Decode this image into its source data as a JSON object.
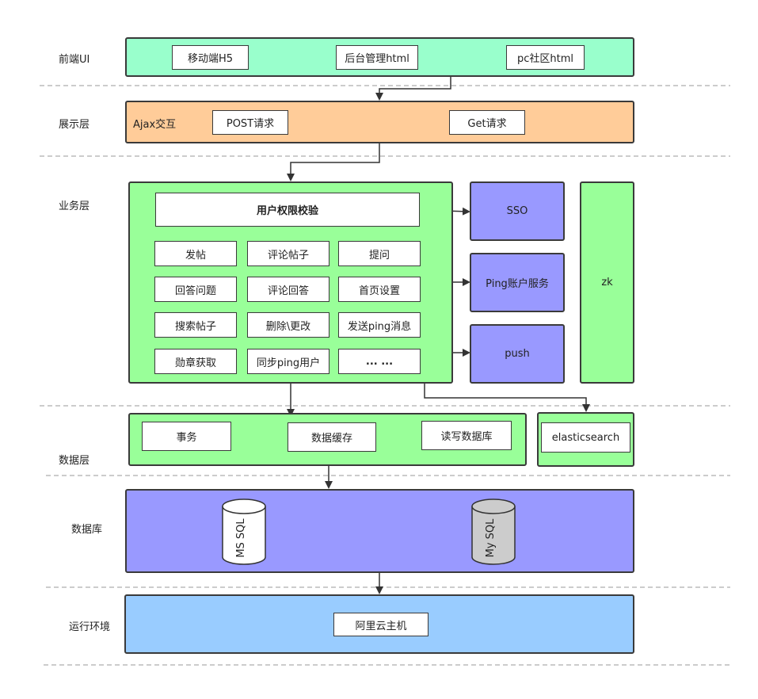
{
  "layers": {
    "frontend": "前端UI",
    "presentation": "展示层",
    "business": "业务层",
    "data": "数据层",
    "database": "数据库",
    "runtime": "运行环境"
  },
  "frontend": {
    "mobile": "移动端H5",
    "admin": "后台管理html",
    "pc": "pc社区html"
  },
  "presentation": {
    "ajax": "Ajax交互",
    "post": "POST请求",
    "get": "Get请求"
  },
  "business": {
    "auth": "用户权限校验",
    "modules": [
      "发帖",
      "评论帖子",
      "提问",
      "回答问题",
      "评论回答",
      "首页设置",
      "搜索帖子",
      "删除\\更改",
      "发送ping消息",
      "勋章获取",
      "同步ping用户",
      "... ..."
    ],
    "sso": "SSO",
    "ping_account": "Ping账户服务",
    "push": "push",
    "zk": "zk"
  },
  "data": {
    "transaction": "事务",
    "cache": "数据缓存",
    "rw": "读写数据库",
    "es": "elasticsearch"
  },
  "database": {
    "mssql": "MS SQL",
    "mysql": "My SQL"
  },
  "runtime": {
    "host": "阿里云主机"
  },
  "colors": {
    "frontend_band": "#99ffcc",
    "presentation_band": "#ffcc99",
    "business_band": "#99ff99",
    "service": "#9999ff",
    "database_band": "#9999ff",
    "runtime_band": "#99ccff",
    "mysql_fill": "#cccccc"
  }
}
